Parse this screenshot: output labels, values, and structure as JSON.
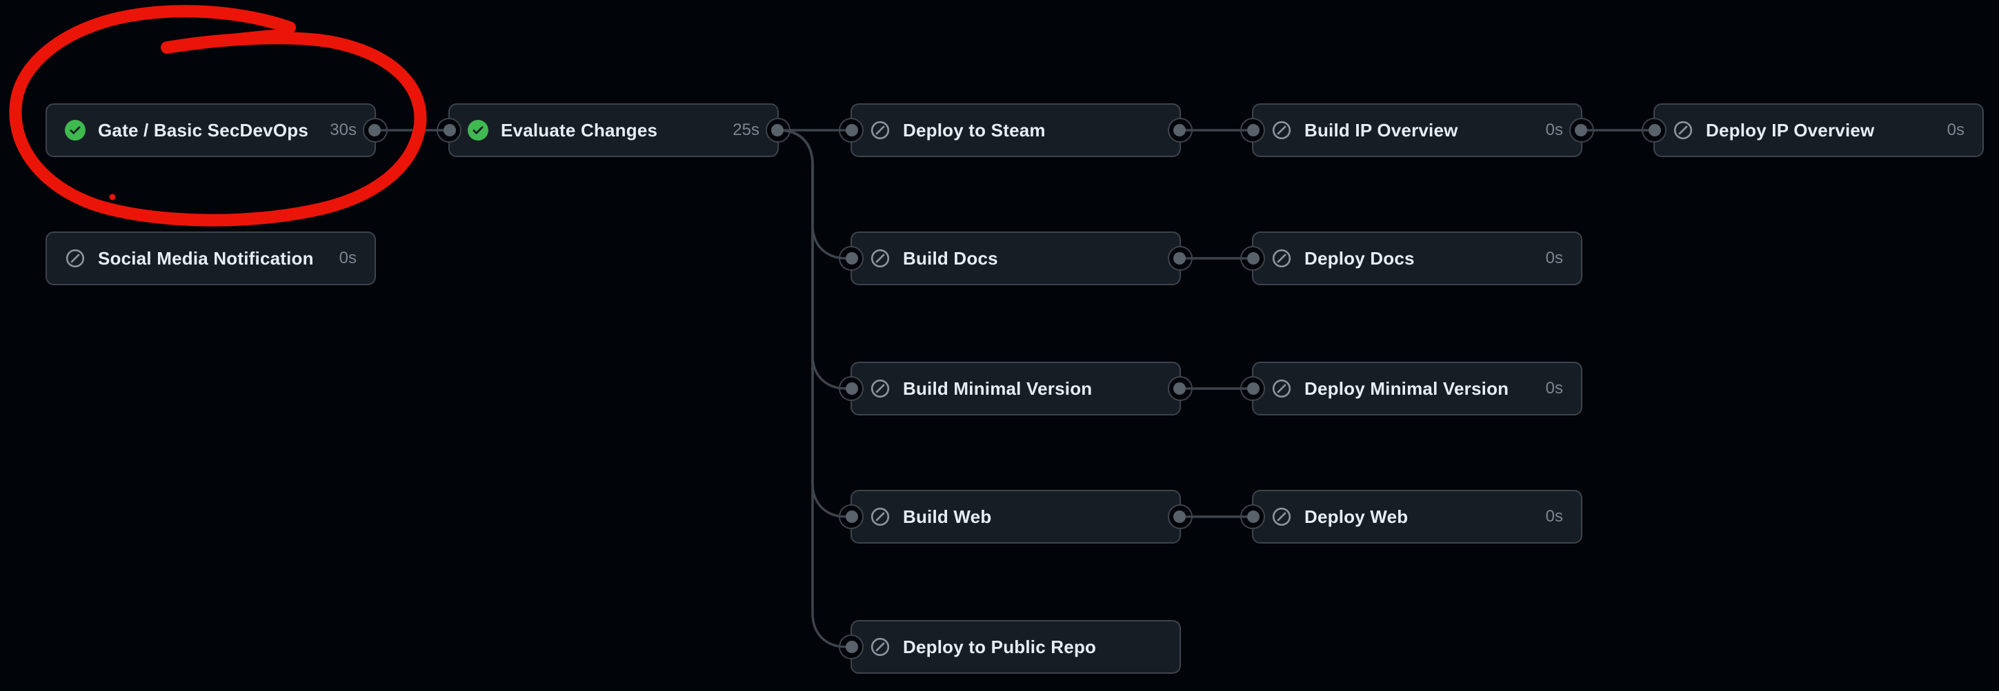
{
  "app": {
    "view": "workflow-run-graph",
    "theme": "dark"
  },
  "colors": {
    "background": "#010409",
    "node_background": "#171d25",
    "node_border": "#3d444d",
    "connector_line": "#3d444d",
    "connector_dot": "#59626b",
    "success_green": "#3fb950",
    "skipped_gray": "#8b949e",
    "label_text": "#e6edf3",
    "duration_text": "#7d8590",
    "annotation_red": "#ea1508"
  },
  "nodes": [
    {
      "id": "gate",
      "label": "Gate / Basic SecDevOps",
      "duration": "30s",
      "status": "success",
      "icon": "check-circle-icon"
    },
    {
      "id": "social",
      "label": "Social Media Notification",
      "duration": "0s",
      "status": "skipped",
      "icon": "skip-circle-icon"
    },
    {
      "id": "evaluate",
      "label": "Evaluate Changes",
      "duration": "25s",
      "status": "success",
      "icon": "check-circle-icon"
    },
    {
      "id": "deploy-steam",
      "label": "Deploy to Steam",
      "duration": "",
      "status": "skipped",
      "icon": "skip-circle-icon"
    },
    {
      "id": "build-docs",
      "label": "Build Docs",
      "duration": "",
      "status": "skipped",
      "icon": "skip-circle-icon"
    },
    {
      "id": "build-minimal",
      "label": "Build Minimal Version",
      "duration": "",
      "status": "skipped",
      "icon": "skip-circle-icon"
    },
    {
      "id": "build-web",
      "label": "Build Web",
      "duration": "",
      "status": "skipped",
      "icon": "skip-circle-icon"
    },
    {
      "id": "deploy-public-repo",
      "label": "Deploy to Public Repo",
      "duration": "",
      "status": "skipped",
      "icon": "skip-circle-icon"
    },
    {
      "id": "build-ip",
      "label": "Build IP Overview",
      "duration": "0s",
      "status": "skipped",
      "icon": "skip-circle-icon"
    },
    {
      "id": "deploy-docs",
      "label": "Deploy Docs",
      "duration": "0s",
      "status": "skipped",
      "icon": "skip-circle-icon"
    },
    {
      "id": "deploy-minimal",
      "label": "Deploy Minimal Version",
      "duration": "0s",
      "status": "skipped",
      "icon": "skip-circle-icon"
    },
    {
      "id": "deploy-web",
      "label": "Deploy Web",
      "duration": "0s",
      "status": "skipped",
      "icon": "skip-circle-icon"
    },
    {
      "id": "deploy-ip",
      "label": "Deploy IP Overview",
      "duration": "0s",
      "status": "skipped",
      "icon": "skip-circle-icon"
    }
  ],
  "edges": [
    {
      "from": "gate",
      "to": "evaluate"
    },
    {
      "from": "evaluate",
      "to": "deploy-steam"
    },
    {
      "from": "evaluate",
      "to": "build-docs"
    },
    {
      "from": "evaluate",
      "to": "build-minimal"
    },
    {
      "from": "evaluate",
      "to": "build-web"
    },
    {
      "from": "evaluate",
      "to": "deploy-public-repo"
    },
    {
      "from": "deploy-steam",
      "to": "build-ip"
    },
    {
      "from": "build-ip",
      "to": "deploy-ip"
    },
    {
      "from": "build-docs",
      "to": "deploy-docs"
    },
    {
      "from": "build-minimal",
      "to": "deploy-minimal"
    },
    {
      "from": "build-web",
      "to": "deploy-web"
    }
  ],
  "annotation": {
    "type": "hand-drawn-red-circle",
    "target": "Gate / Basic SecDevOps"
  }
}
